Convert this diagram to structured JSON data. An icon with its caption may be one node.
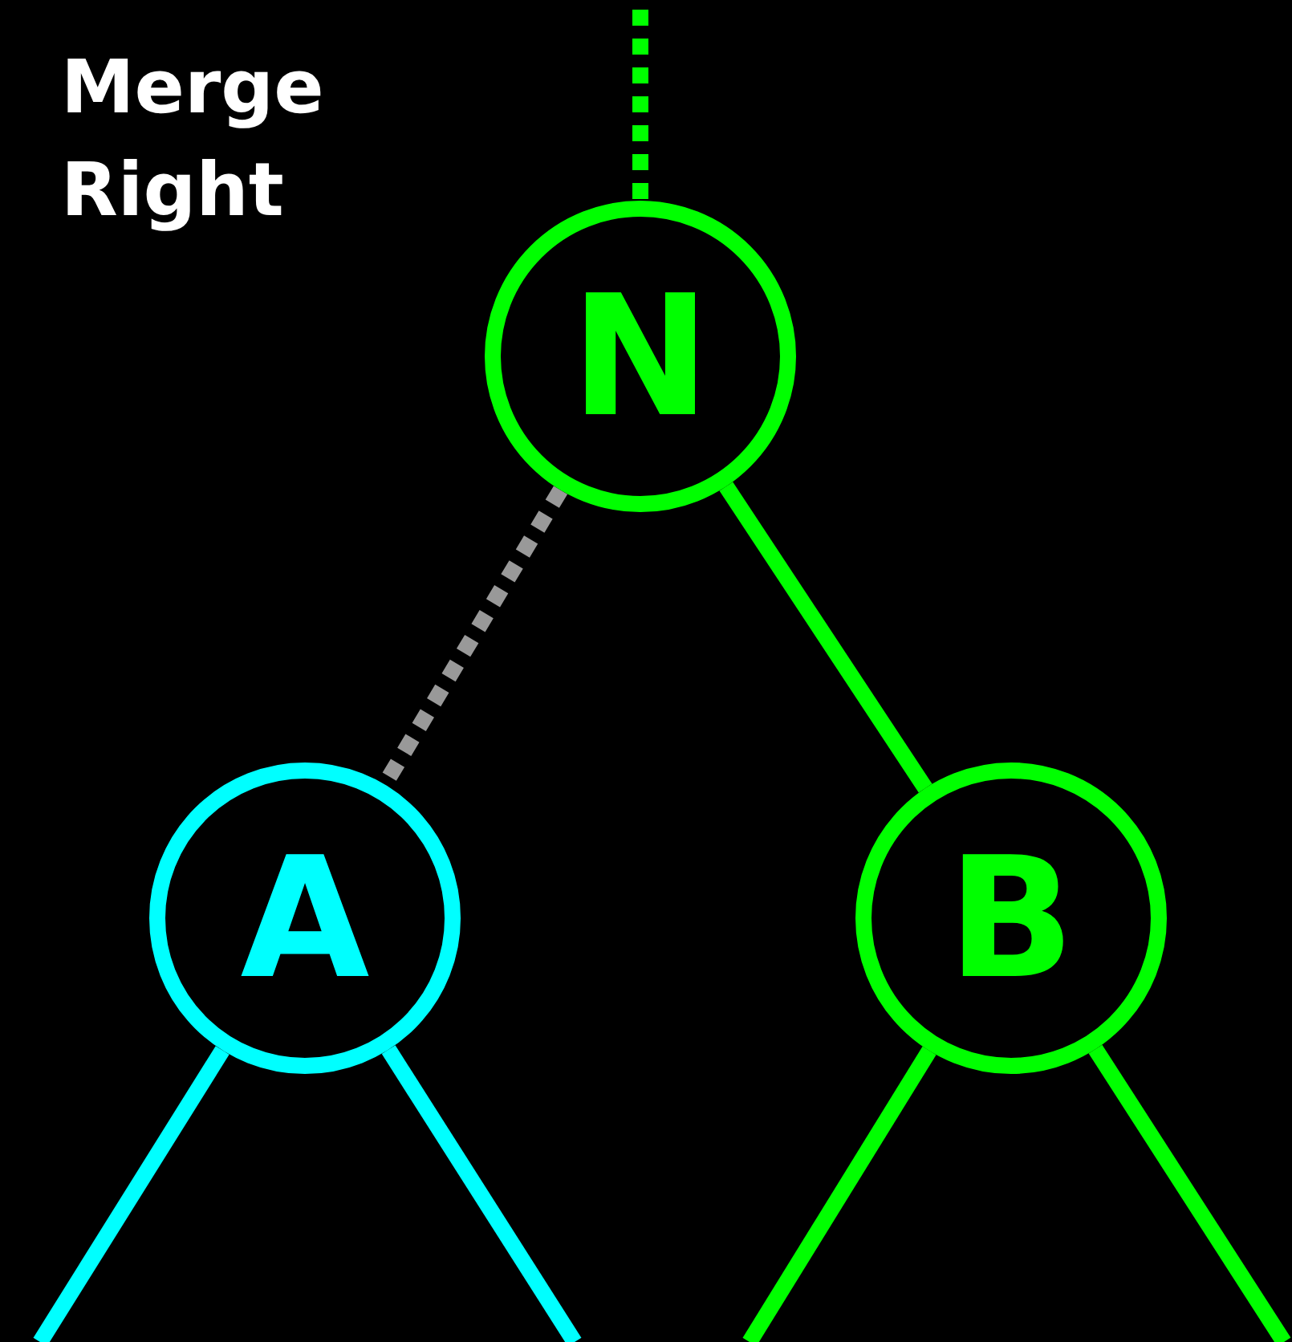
{
  "diagram": {
    "nodes": [
      {
        "text": [
          "N"
        ]
      },
      {
        "text": [
          "A"
        ]
      },
      {
        "text": [
          "B"
        ]
      }
    ],
    "edges": [
      {
        "from": null,
        "to": 0,
        "arrow": "none",
        "style": "dashed"
      },
      {
        "from": 0,
        "to": 1,
        "arrow": "none",
        "style": "dashed",
        "color": "#999999"
      },
      {
        "from": 0,
        "to": 2,
        "arrow": "none"
      },
      {
        "from": 1,
        "to": null,
        "arrow": "none",
        "color": "#00ffff"
      },
      {
        "from": 1,
        "to": null,
        "arrow": "none",
        "color": "#00ffff"
      },
      {
        "from": 2,
        "to": null,
        "arrow": "none"
      },
      {
        "from": 2,
        "to": null,
        "arrow": "none"
      }
    ],
    "labels": [
      "Merge Right"
    ]
  }
}
